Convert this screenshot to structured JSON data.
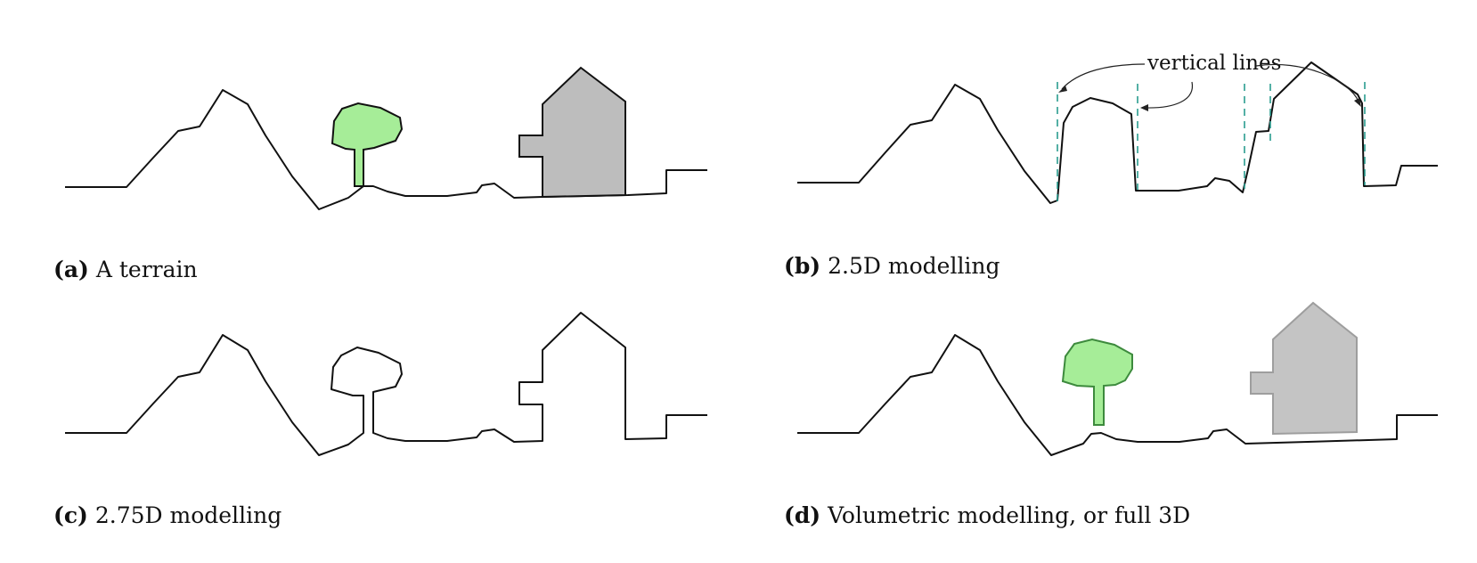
{
  "panels": {
    "a": {
      "tag": "(a)",
      "caption": "A terrain"
    },
    "b": {
      "tag": "(b)",
      "caption": "2.5D modelling",
      "annotation": "vertical lines"
    },
    "c": {
      "tag": "(c)",
      "caption": "2.75D modelling"
    },
    "d": {
      "tag": "(d)",
      "caption": "Volumetric modelling, or full 3D"
    }
  },
  "colors": {
    "tree_fill": "#a6ed98",
    "house_fill": "#bdbdbd",
    "vertical_lines": "#2a9d8f",
    "line": "#111111"
  }
}
